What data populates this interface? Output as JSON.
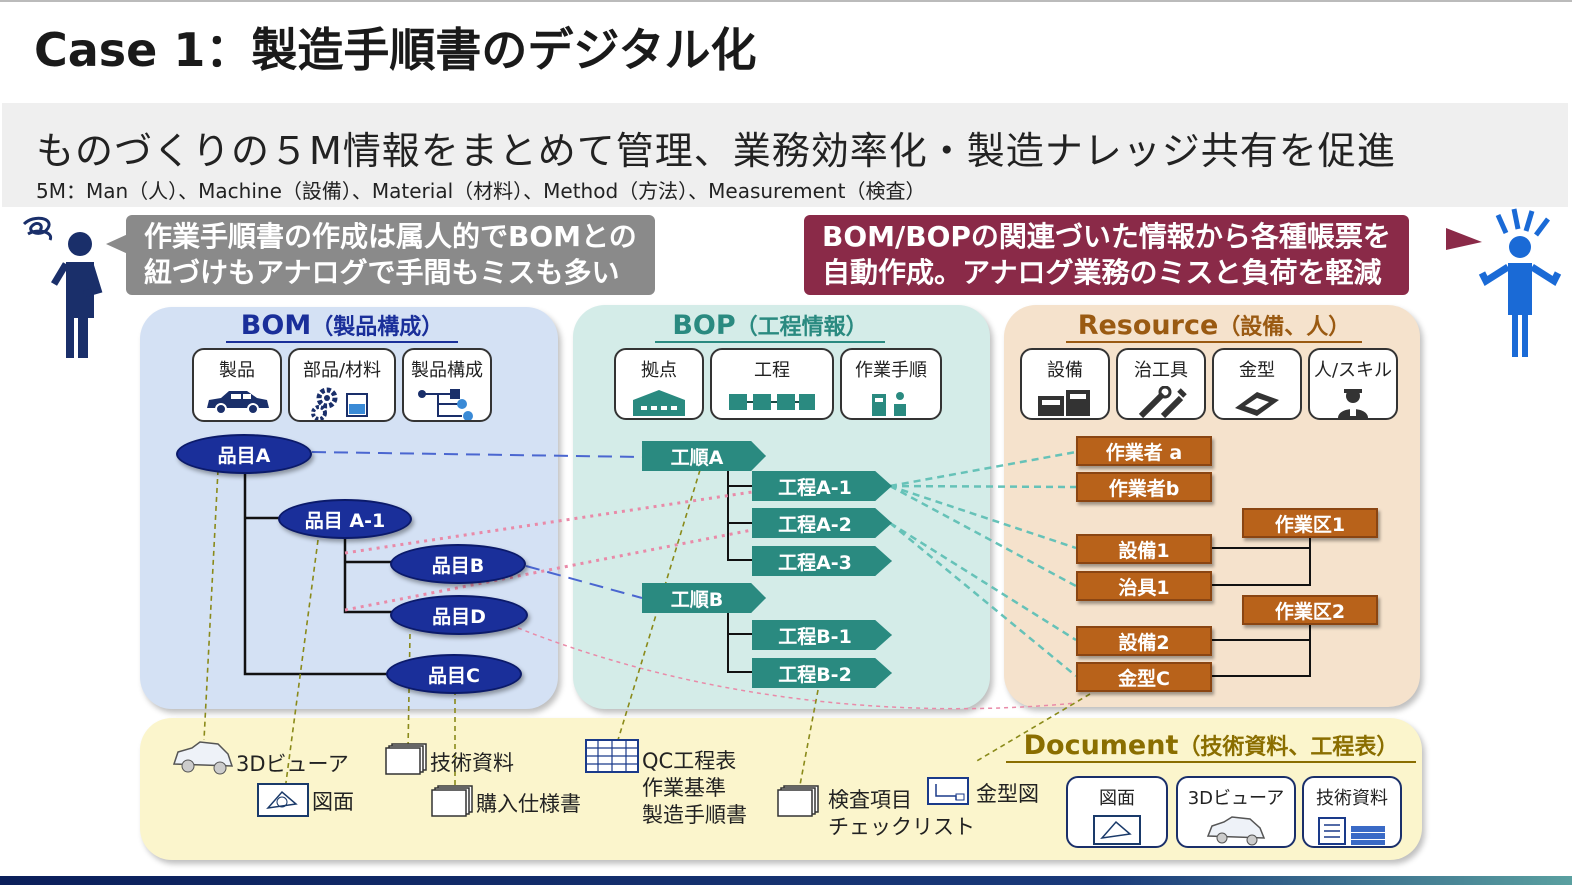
{
  "header": {
    "title": "Case 1：製造手順書のデジタル化",
    "subtitle": "ものづくりの５M情報をまとめて管理、業務効率化・製造ナレッジ共有を促進",
    "note": "5M：Man（人）、Machine（設備）、Material（材料）、Method（方法）、Measurement（検査）"
  },
  "callouts": {
    "left": [
      "作業手順書の作成は属人的でBOMとの",
      "紐づけもアナログで手間もミスも多い"
    ],
    "right": [
      "BOM/BOPの関連づいた情報から各種帳票を",
      "自動作成。アナログ業務のミスと負荷を軽減"
    ]
  },
  "bom": {
    "title": "BOM",
    "title_paren": "（製品構成）",
    "tiles": [
      "製品",
      "部品/材料",
      "製品構成"
    ],
    "items": [
      "品目A",
      "品目 A-1",
      "品目B",
      "品目D",
      "品目C"
    ]
  },
  "bop": {
    "title": "BOP",
    "title_paren": "（工程情報）",
    "tiles": [
      "拠点",
      "工程",
      "作業手順"
    ],
    "steps": [
      "工順A",
      "工程A-1",
      "工程A-2",
      "工程A-3",
      "工順B",
      "工程B-1",
      "工程B-2"
    ]
  },
  "resource": {
    "title": "Resource",
    "title_paren": "（設備、人）",
    "tiles": [
      "設備",
      "治工具",
      "金型",
      "人/スキル"
    ],
    "items": [
      "作業者 a",
      "作業者b",
      "設備1",
      "治具1",
      "設備2",
      "金型C"
    ],
    "areas": [
      "作業区1",
      "作業区2"
    ]
  },
  "document": {
    "title": "Document",
    "title_paren": "（技術資料、工程表）",
    "labels": {
      "viewer3d": "3Dビューア",
      "drawing": "図面",
      "tech": "技術資料",
      "purchase": "購入仕様書",
      "qc": "QC工程表",
      "work_std": "作業基準",
      "mfg_proc": "製造手順書",
      "inspection": "検査項目",
      "checklist": "チェックリスト",
      "mold_drawing": "金型図"
    },
    "tiles": [
      "図面",
      "3Dビューア",
      "技術資料"
    ]
  },
  "colors": {
    "bom_panel": "#d4e1f4",
    "bop_panel": "#d4ece8",
    "resource_panel": "#f5e2cc",
    "document_panel": "#fbf5cc",
    "bom_title": "#1a2f9a",
    "bop_title": "#2a8a80",
    "resource_title": "#9a5a12",
    "document_title": "#8a6e00",
    "oval": "#1a2f9a",
    "step": "#2a8a80",
    "resource_box": "#b8621a",
    "left_callout": "#8a8a8a",
    "right_callout": "#8a2a48",
    "person_left": "#1a2f6a",
    "person_right": "#1a6ad6"
  }
}
